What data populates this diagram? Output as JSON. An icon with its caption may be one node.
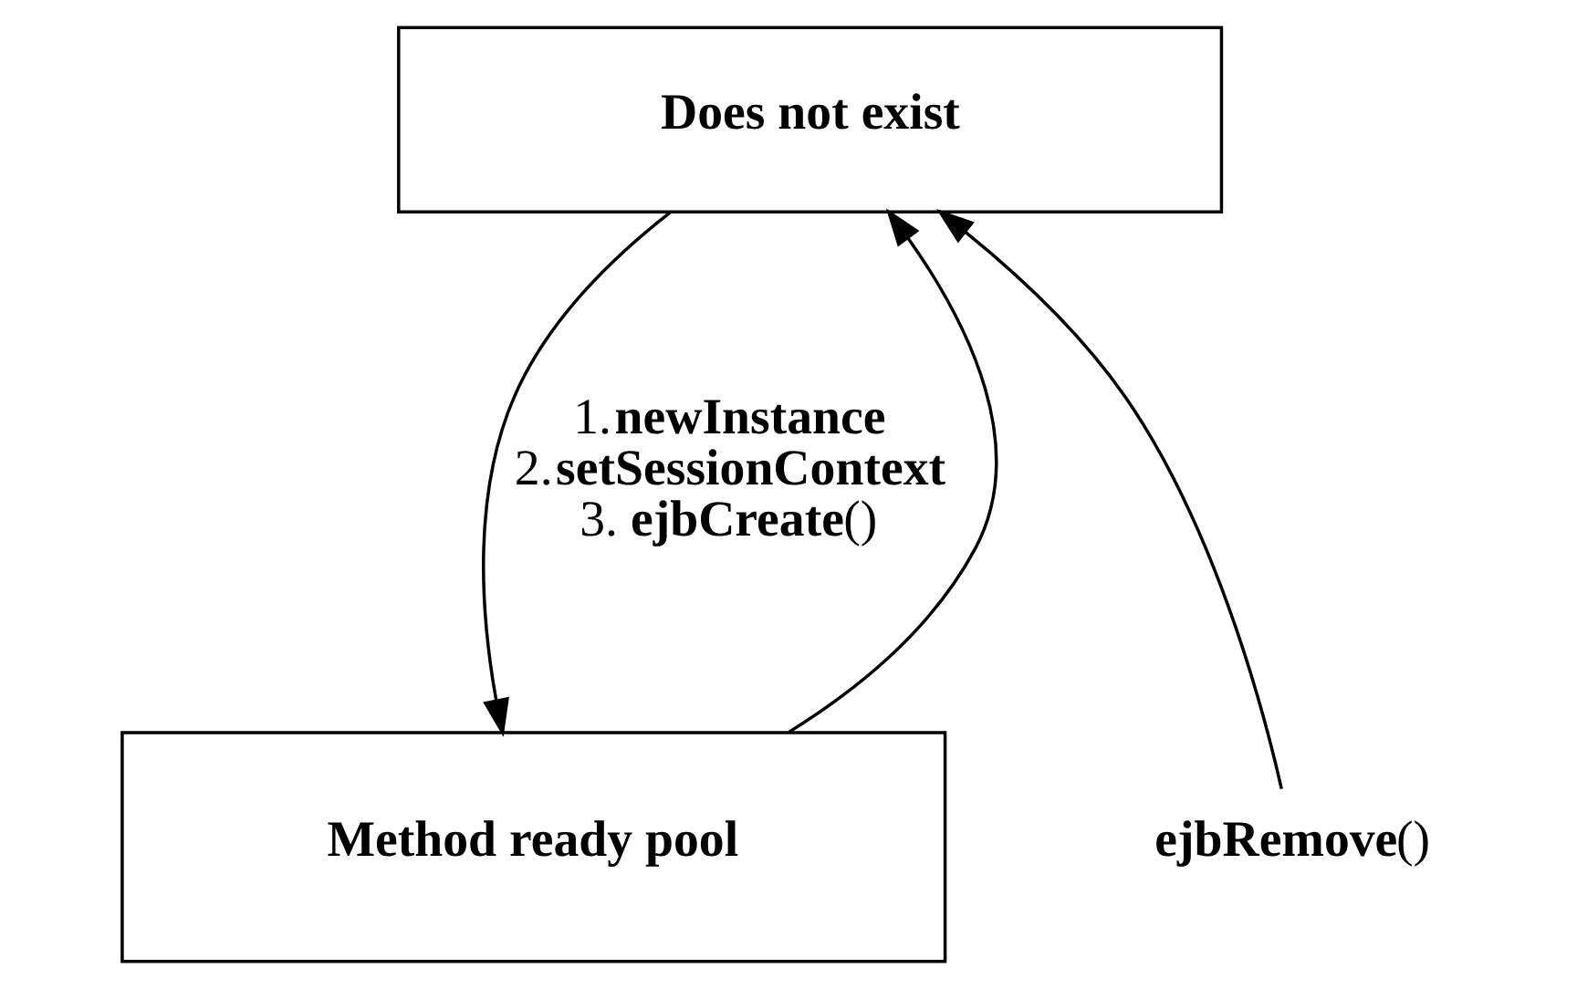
{
  "diagram": {
    "nodes": [
      {
        "text": [
          "**Does not exist**"
        ]
      },
      {
        "text": [
          "**Method ready pool**"
        ]
      },
      {
        "text": [
          "**ejbRemove**()"
        ]
      }
    ],
    "edges": [
      {
        "from": 0,
        "to": 1,
        "arrow": "to",
        "label": "1.**newInstance** 2.**setSessionContext** 3. **ejbCreate**()"
      },
      {
        "from": 1,
        "to": 0,
        "arrow": "to"
      },
      {
        "from": 2,
        "to": 0,
        "arrow": "to"
      }
    ]
  }
}
